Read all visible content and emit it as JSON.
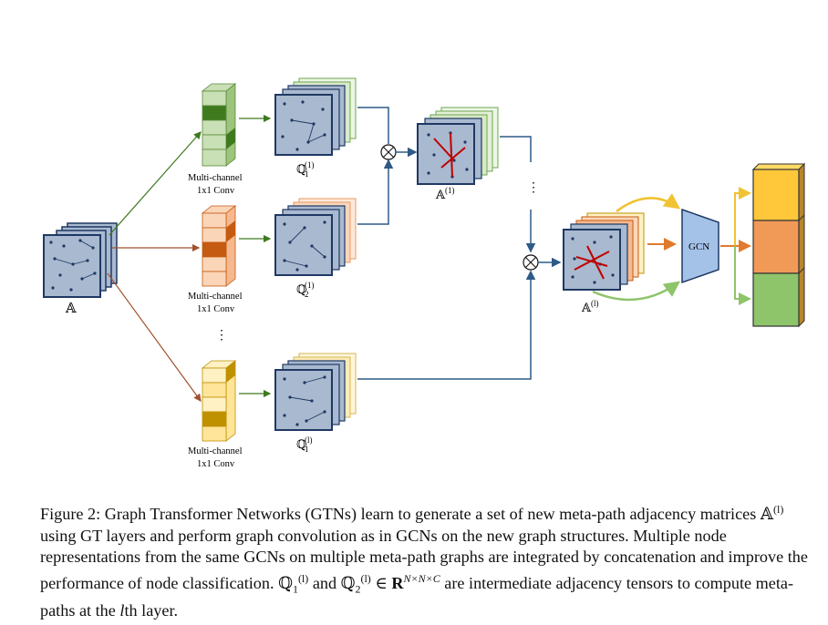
{
  "diagram": {
    "input_label": "𝔸",
    "conv_label_1": "Multi-channel",
    "conv_label_2": "1x1 Conv",
    "q_top_label": "ℚ",
    "q_top_sub": "1",
    "q_top_sup": "(1)",
    "q_mid_label": "ℚ",
    "q_mid_sub": "2",
    "q_mid_sup": "(1)",
    "q_bot_label": "ℚ",
    "q_bot_sub": "1",
    "q_bot_sup": "(l)",
    "a1_label": "𝔸",
    "a1_sup": "(1)",
    "al_label": "𝔸",
    "al_sup": "(l)",
    "gcn_label": "GCN",
    "vdots": "⋮",
    "colors": {
      "green": "#6aa84f",
      "green_light": "#c9dfb5",
      "green_dark": "#3f7a1f",
      "orange": "#f6b98f",
      "orange_light": "#fbd5b8",
      "orange_dark": "#c55a11",
      "yellow": "#ffe599",
      "yellow_light": "#fff1c4",
      "yellow_dark": "#bf9000",
      "matrix": "#a9b9cf",
      "matrix_border": "#1f3864",
      "arrow_blue": "#2e5a87",
      "arrow_orange": "#e07a2e",
      "arrow_yellow": "#f1c232",
      "out_yellow": "#ffc83a",
      "out_orange": "#f19a58",
      "out_green": "#8ec46a"
    }
  },
  "caption": {
    "prefix": "Figure 2: Graph Transformer Networks (GTNs) learn to generate a set of new meta-path adjacency matrices ",
    "sym_a": "𝔸",
    "sup_l": "(l)",
    "middle": " using GT layers and perform graph convolution as in GCNs on the new graph structures. Multiple node representations from the same GCNs on multiple meta-path graphs are integrated by concatenation and improve the performance of node classification. ",
    "sym_q": "ℚ",
    "sub_1": "1",
    "and": " and ",
    "sub_2": "2",
    "in": " ∈ ",
    "real": "R",
    "dims": "N×N×C",
    "tail_1": " are intermediate adjacency tensors to compute meta-paths at the ",
    "l_italic": "l",
    "tail_2": "th layer."
  }
}
